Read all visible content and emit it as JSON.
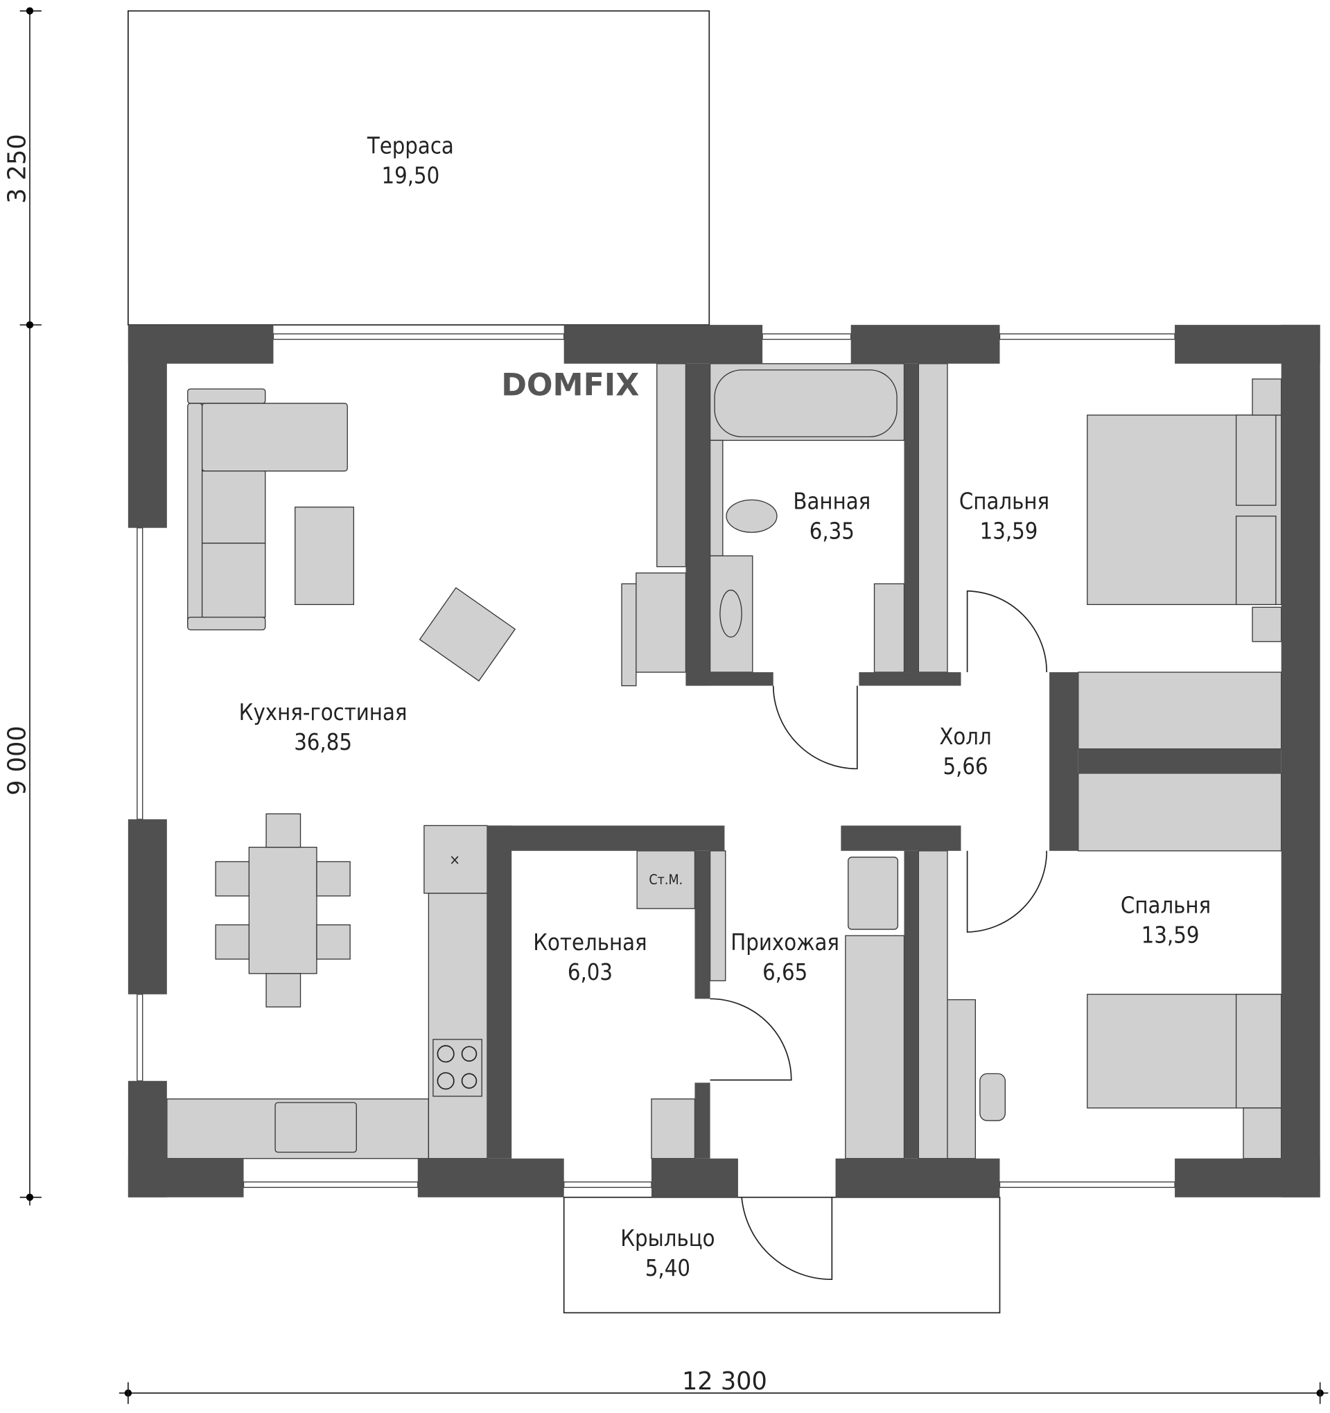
{
  "brand": "DOMFIX",
  "dimensions": {
    "terrace_depth": "3 250",
    "house_depth": "9 000",
    "house_width": "12 300"
  },
  "rooms": [
    {
      "name": "Терраса",
      "area": "19,50"
    },
    {
      "name": "Кухня-гостиная",
      "area": "36,85"
    },
    {
      "name": "Ванная",
      "area": "6,35"
    },
    {
      "name": "Спальня",
      "area": "13,59"
    },
    {
      "name": "Холл",
      "area": "5,66"
    },
    {
      "name": "Спальня",
      "area": "13,59"
    },
    {
      "name": "Котельная",
      "area": "6,03"
    },
    {
      "name": "Прихожая",
      "area": "6,65"
    },
    {
      "name": "Крыльцо",
      "area": "5,40"
    }
  ],
  "fixtures": {
    "washing_machine": "Ст.М.",
    "fridge_mark": "×"
  },
  "colors": {
    "wall": "#505050",
    "furniture": "#d0d0d0"
  }
}
